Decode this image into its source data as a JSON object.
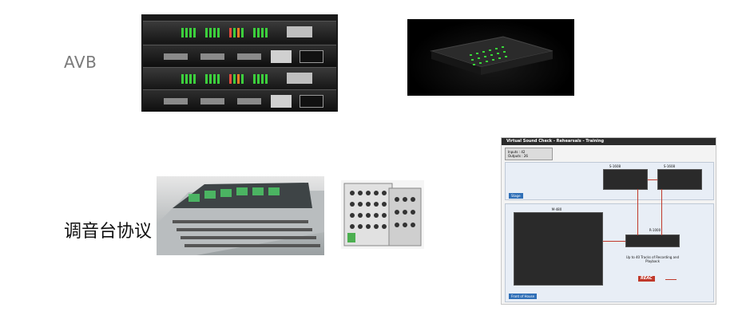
{
  "labels": {
    "avb": "AVB",
    "console_protocol": "调音台协议"
  },
  "diagram": {
    "title": "Virtual Sound Check - Rehearsals - Training",
    "inputs_line": "Inputs : 42",
    "outputs_line": "Outputs : 26",
    "stage_tag": "Stage",
    "foh_tag": "Front of House",
    "s1608_left": "S-1608",
    "s1608_right": "S-1608",
    "m480": "M-480",
    "r1000": "R-1000",
    "recording_caption": "Up to 40 Tracks of Recording and Playback",
    "reac_logo": "REAC"
  },
  "colors": {
    "accent_blue": "#2f6fb7",
    "arrow_red": "#c0392b",
    "meter_green": "#3ccf3c"
  }
}
